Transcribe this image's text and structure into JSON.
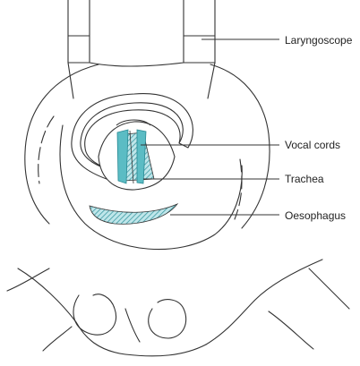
{
  "figure": {
    "labels": {
      "laryngoscope": "Laryngoscope",
      "vocal_cords": "Vocal cords",
      "trachea": "Trachea",
      "oesophagus": "Oesophagus"
    },
    "colors": {
      "line": "#333333",
      "teal": "#5bbcc4",
      "teal_dark": "#2a8a94",
      "hatch": "#3d9aa3"
    }
  }
}
